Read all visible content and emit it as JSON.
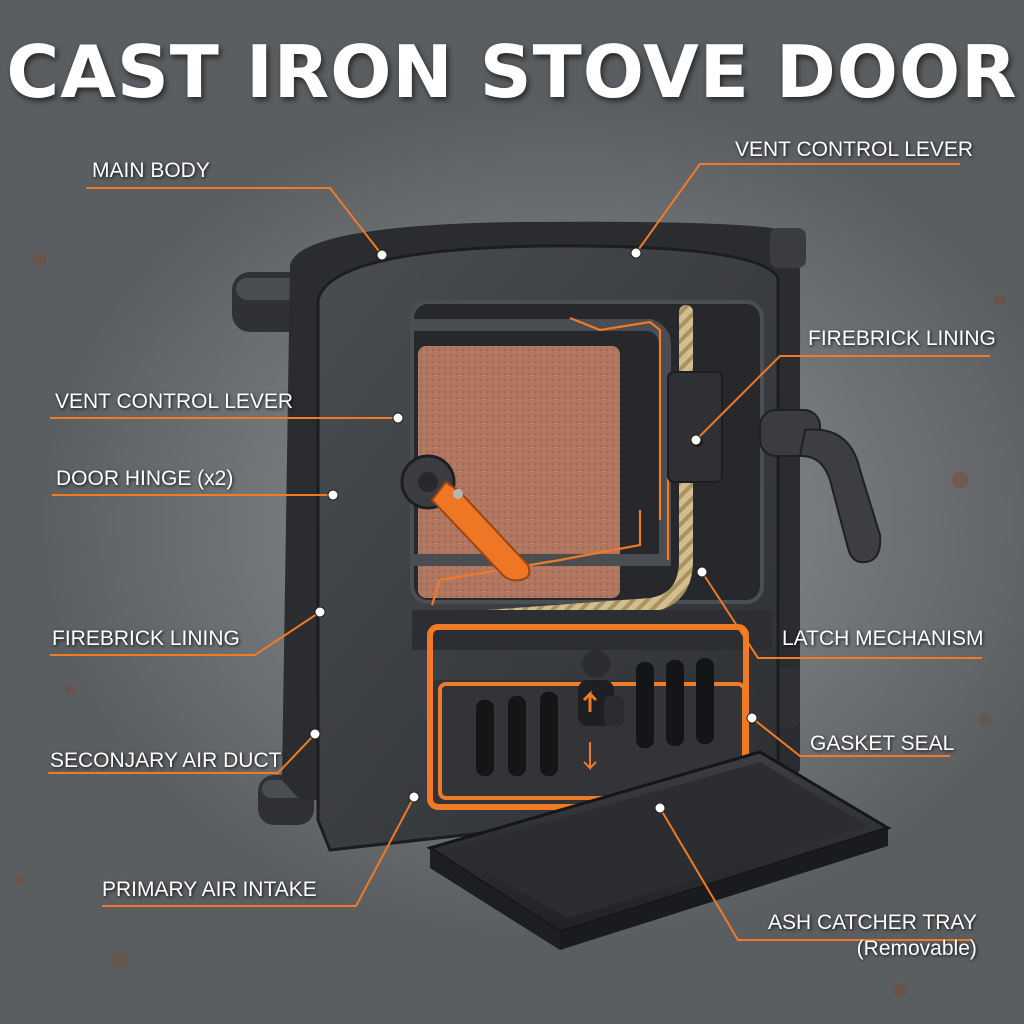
{
  "title": "CAST IRON STOVE DOOR",
  "colors": {
    "accent": "#f07a25",
    "iron": "#3a3c3f",
    "iron_dark": "#26282b",
    "brick": "#b07660",
    "rope": "#d2bd8e",
    "label_text": "#ffffff"
  },
  "labels": {
    "main_body": "MAIN BODY",
    "vent_control_lever_top": "VENT CONTROL LEVER",
    "firebrick_lining_right": "FIREBRICK LINING",
    "vent_control_lever_left": "VENT CONTROL LEVER",
    "door_hinge": "DOOR HINGE (x2)",
    "firebrick_lining_left": "FIREBRICK LINING",
    "latch_mechanism": "LATCH MECHANISM",
    "gasket_seal": "GASKET SEAL",
    "secondary_air_duct": "SECONJARY AIR DUCT",
    "primary_air_intake": "PRIMARY AIR INTAKE",
    "ash_catcher_tray": "ASH CATCHER TRAY",
    "ash_catcher_tray_note": "(Removable)"
  }
}
